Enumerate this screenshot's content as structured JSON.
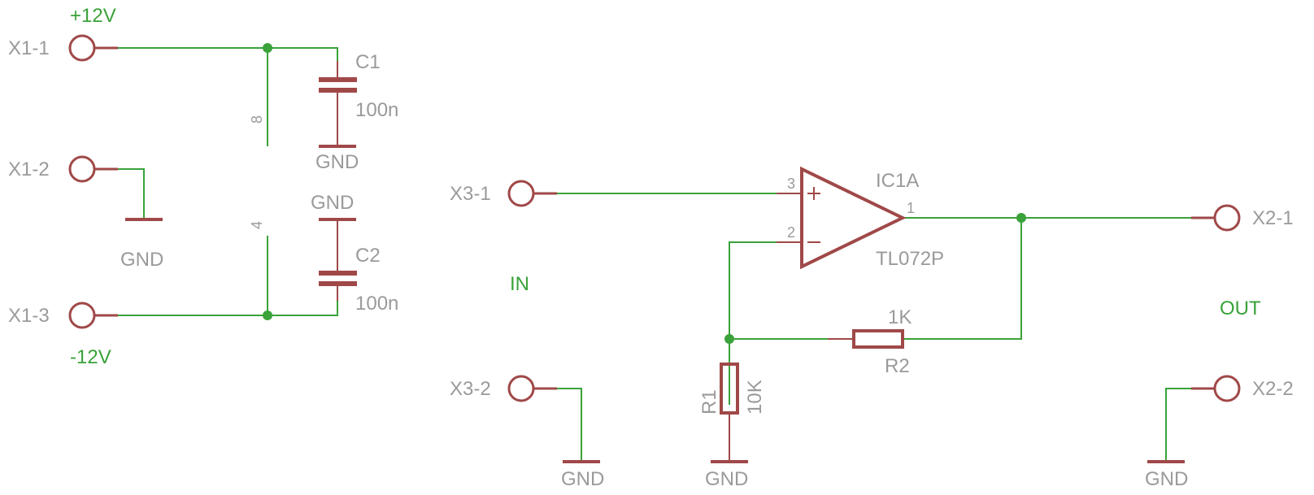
{
  "net_labels": {
    "plus_supply": "+12V",
    "minus_supply": "-12V",
    "input": "IN",
    "output": "OUT"
  },
  "connectors": {
    "x1_1": "X1-1",
    "x1_2": "X1-2",
    "x1_3": "X1-3",
    "x3_1": "X3-1",
    "x3_2": "X3-2",
    "x2_1": "X2-1",
    "x2_2": "X2-2"
  },
  "components": {
    "c1": {
      "name": "C1",
      "value": "100n"
    },
    "c2": {
      "name": "C2",
      "value": "100n"
    },
    "ic": {
      "name": "IC1A",
      "value": "TL072P",
      "pin_plus": "3",
      "pin_minus": "2",
      "pin_out": "1",
      "pin_vcc": "8",
      "pin_vee": "4"
    },
    "r1": {
      "name": "R1",
      "value": "10K"
    },
    "r2": {
      "name": "R2",
      "value": "1K"
    }
  },
  "ground_label": "GND",
  "colors": {
    "wire": "#3aa23a",
    "symbol": "#a04848",
    "text": "#9a9a9a",
    "net_label": "#3aa23a"
  }
}
